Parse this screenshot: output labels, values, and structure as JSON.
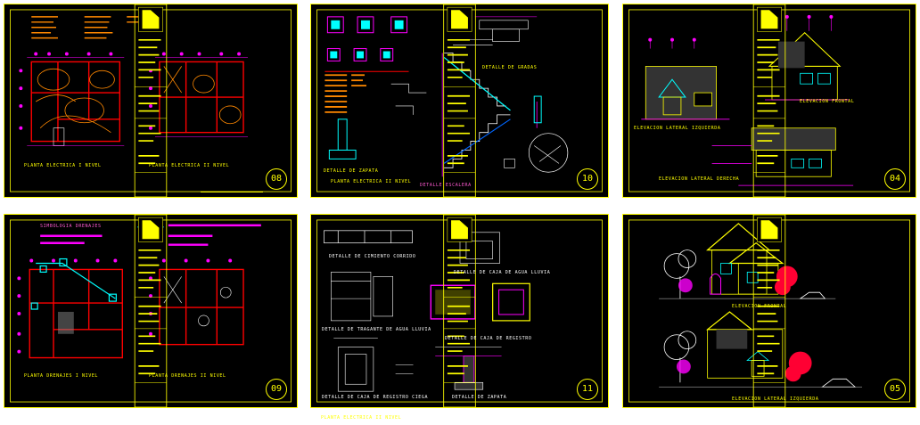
{
  "sheets": [
    {
      "number": "08",
      "captions": [
        "PLANTA ELECTRICA I NIVEL",
        "PLANTA ELECTRICA II NIVEL"
      ]
    },
    {
      "number": "10",
      "captions": [
        "DETALLE DE GRADAS",
        "PLANTA ELECTRICA II NIVEL",
        "DETALLE ESCALERA",
        "DETALLE DE ZAPATA"
      ]
    },
    {
      "number": "04",
      "captions": [
        "ELEVACION FRONTAL",
        "ELEVACION LATERAL IZQUIERDA",
        "ELEVACION LATERAL DERECHA"
      ]
    },
    {
      "number": "09",
      "captions": [
        "SIMBOLOGIA DRENAJES",
        "PLANTA DRENAJES I NIVEL",
        "PLANTA DRENAJES II NIVEL"
      ]
    },
    {
      "number": "11",
      "captions": [
        "DETALLE DE CIMIENTO CORRIDO",
        "DETALLE DE CAJA DE AGUA LLUVIA",
        "DETALLE DE TRAGANTE DE AGUA LLUVIA",
        "DETALLE DE CAJA DE REGISTRO",
        "DETALLE DE CAJA DE REGISTRO CIEGA",
        "DETALLE DE ZAPATA"
      ]
    },
    {
      "number": "05",
      "captions": [
        "ELEVACION FRONTAL",
        "ELEVACION LATERAL IZQUIERDA"
      ]
    }
  ],
  "footer_caption": "PLANTA ELECTRICA II NIVEL",
  "colors": {
    "border": "#ffff00",
    "walls": "#ff0000",
    "dims": "#ff00ff",
    "accent": "#00ffff",
    "fill": "#ff8800"
  }
}
